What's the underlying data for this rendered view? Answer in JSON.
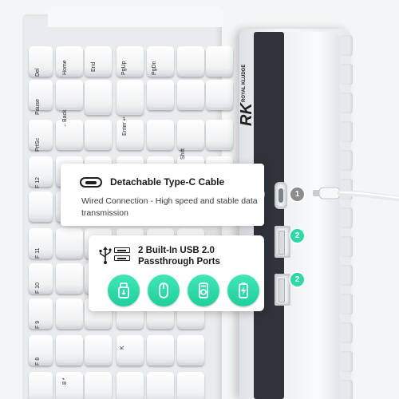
{
  "keyboard": {
    "brand_logo_text": "RK",
    "brand_logo_subtext": "ROYAL KLUDGE",
    "key_legends": {
      "del": "Del",
      "home": "Home",
      "end": "End",
      "pgup": "PgUp",
      "pgdn": "PgDn",
      "pause": "Pause",
      "back": "←Back",
      "enter": "Enter ↵",
      "prtsc": "PrtSc",
      "shift": "Shift",
      "f12": "F 12",
      "f11": "F 11",
      "f10": "F 10",
      "f9": "F 9",
      "f8": "F 8",
      "k": "K",
      "eight": "8 *"
    }
  },
  "callout_typec": {
    "badge": "1",
    "title": "Detachable Type-C Cable",
    "description": "Wired Connection - High speed and stable data transmission"
  },
  "callout_usb": {
    "badge": "2",
    "title_line1": "2 Built-In USB 2.0",
    "title_line2": "Passthrough Ports",
    "devices": [
      "usb-drive-icon",
      "mouse-icon",
      "media-player-icon",
      "battery-charging-icon"
    ]
  },
  "port_badges": {
    "typec": "1",
    "usb_top": "2",
    "usb_bottom": "2"
  },
  "colors": {
    "accent_green": "#2fd8a6",
    "badge_grey": "#8c8c8c",
    "text_dark": "#1a1a1a"
  }
}
